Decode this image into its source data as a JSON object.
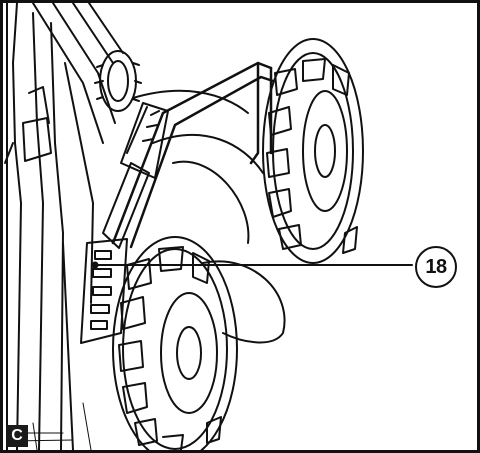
{
  "figure": {
    "panel_label": "C",
    "callout_number": "18",
    "colors": {
      "line": "#111111",
      "paper": "#ffffff",
      "label_bg": "#1a1a1a"
    }
  },
  "icons": {
    "callout": "numbered-callout-circle",
    "panel": "panel-letter-tag"
  }
}
